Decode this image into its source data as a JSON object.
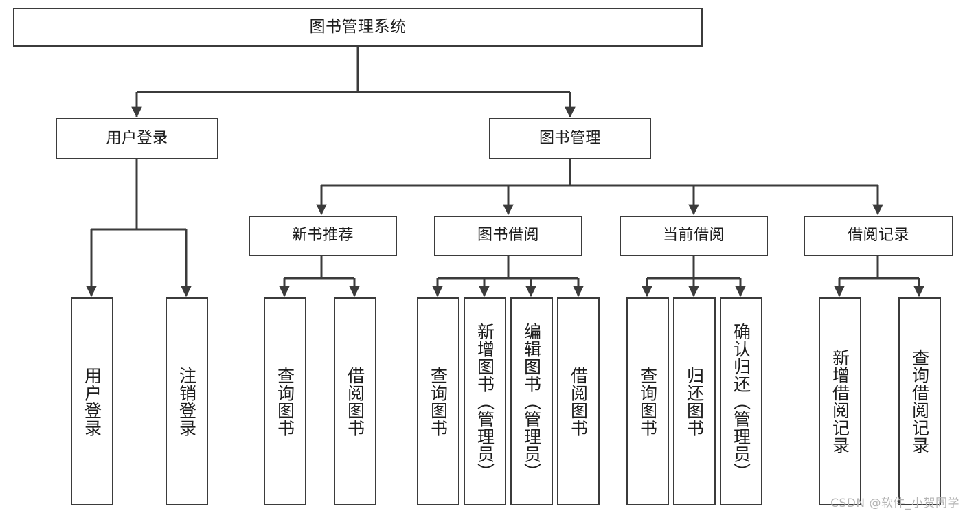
{
  "diagram": {
    "title": "图书管理系统",
    "watermark": "CSDN @软件_小贺同学",
    "colors": {
      "box_border": "#3b3b3b",
      "box_fill": "#ffffff",
      "connector": "#3b3b3b",
      "text": "#1d1d1d",
      "watermark": "#b4b4b4",
      "background": "#ffffff"
    },
    "root": {
      "label": "图书管理系统"
    },
    "level2": [
      {
        "label": "用户登录"
      },
      {
        "label": "图书管理"
      }
    ],
    "level3": [
      {
        "label": "新书推荐"
      },
      {
        "label": "图书借阅"
      },
      {
        "label": "当前借阅"
      },
      {
        "label": "借阅记录"
      }
    ],
    "leaves": {
      "user_login": [
        {
          "label": "用户登录"
        },
        {
          "label": "注销登录"
        }
      ],
      "new_book_recommend": [
        {
          "label": "查询图书"
        },
        {
          "label": "借阅图书"
        }
      ],
      "book_borrow": [
        {
          "label": "查询图书"
        },
        {
          "label": "新增图书（管理员）"
        },
        {
          "label": "编辑图书（管理员）"
        },
        {
          "label": "借阅图书"
        }
      ],
      "current_borrow": [
        {
          "label": "查询图书"
        },
        {
          "label": "归还图书"
        },
        {
          "label": "确认归还（管理员）"
        }
      ],
      "borrow_record": [
        {
          "label": "新增借阅记录"
        },
        {
          "label": "查询借阅记录"
        }
      ]
    }
  }
}
